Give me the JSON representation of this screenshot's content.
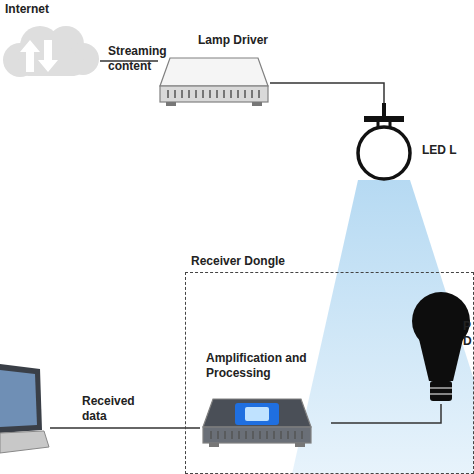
{
  "diagram": {
    "nodes": [
      {
        "text": [
          "Internet"
        ]
      },
      {
        "text": [
          "Lamp Driver"
        ]
      },
      {
        "text": [
          "LED L"
        ]
      },
      {
        "text": [
          "Receiver Dongle"
        ]
      },
      {
        "text": [
          "Amplification and Processing"
        ],
        "in": 3
      },
      {
        "text": [
          "P D"
        ],
        "in": 3
      }
    ],
    "edges": [
      {
        "from": 0,
        "to": 1,
        "label": "Streaming content",
        "arrow": "none"
      },
      {
        "from": 1,
        "to": 2,
        "arrow": "none"
      },
      {
        "from": 4,
        "to": 5,
        "arrow": "none"
      }
    ],
    "labels": [
      "Received data"
    ]
  }
}
